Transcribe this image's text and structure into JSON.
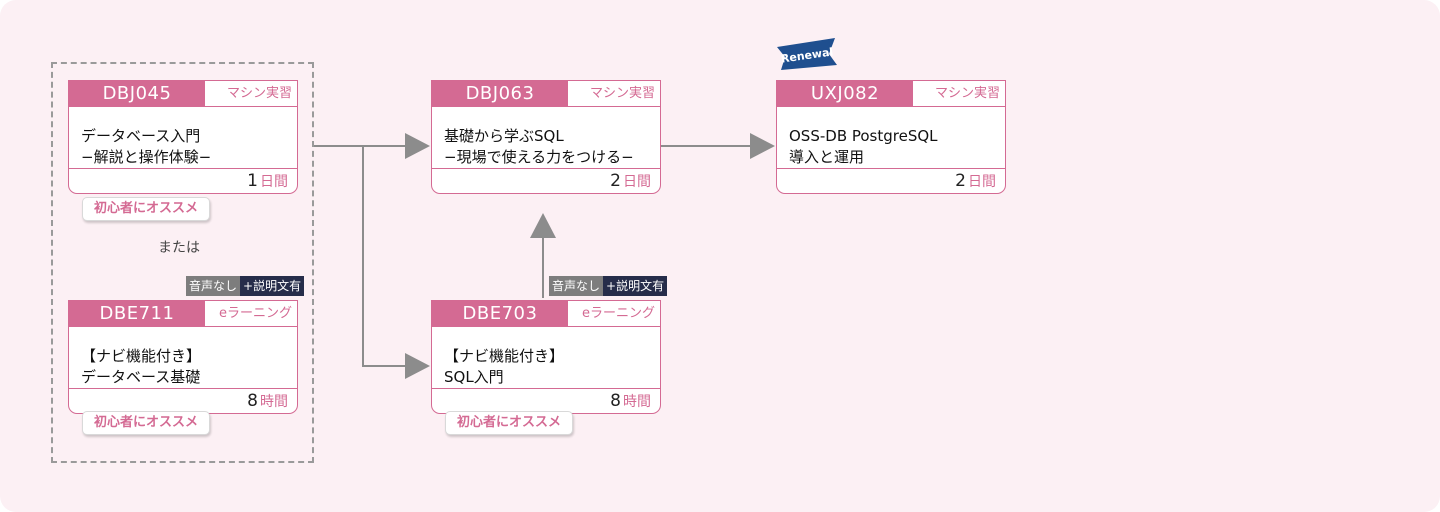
{
  "or_label": "または",
  "courses": [
    {
      "code": "DBJ045",
      "type": "マシン実習",
      "title_line1": "データベース入門",
      "title_line2": "−解説と操作体験−",
      "duration_num": "1",
      "duration_unit": "日間",
      "badge": "初心者にオススメ"
    },
    {
      "code": "DBE711",
      "type": "eラーニング",
      "title_line1": "【ナビ機能付き】",
      "title_line2": "データベース基礎",
      "duration_num": "8",
      "duration_unit": "時間",
      "badge": "初心者にオススメ",
      "audio_label": "音声なし",
      "audio_sep": "+",
      "audio_desc": "説明文有"
    },
    {
      "code": "DBJ063",
      "type": "マシン実習",
      "title_line1": "基礎から学ぶSQL",
      "title_line2": "−現場で使える力をつける−",
      "duration_num": "2",
      "duration_unit": "日間"
    },
    {
      "code": "DBE703",
      "type": "eラーニング",
      "title_line1": "【ナビ機能付き】",
      "title_line2": "SQL入門",
      "duration_num": "8",
      "duration_unit": "時間",
      "badge": "初心者にオススメ",
      "audio_label": "音声なし",
      "audio_sep": "+",
      "audio_desc": "説明文有"
    },
    {
      "code": "UXJ082",
      "type": "マシン実習",
      "title_line1": "OSS-DB PostgreSQL",
      "title_line2": "導入と運用",
      "duration_num": "2",
      "duration_unit": "日間",
      "renewal": "Renewal"
    }
  ],
  "colors": {
    "accent": "#d46a93",
    "background": "#fcf0f4",
    "arrow": "#8c8c8c"
  }
}
